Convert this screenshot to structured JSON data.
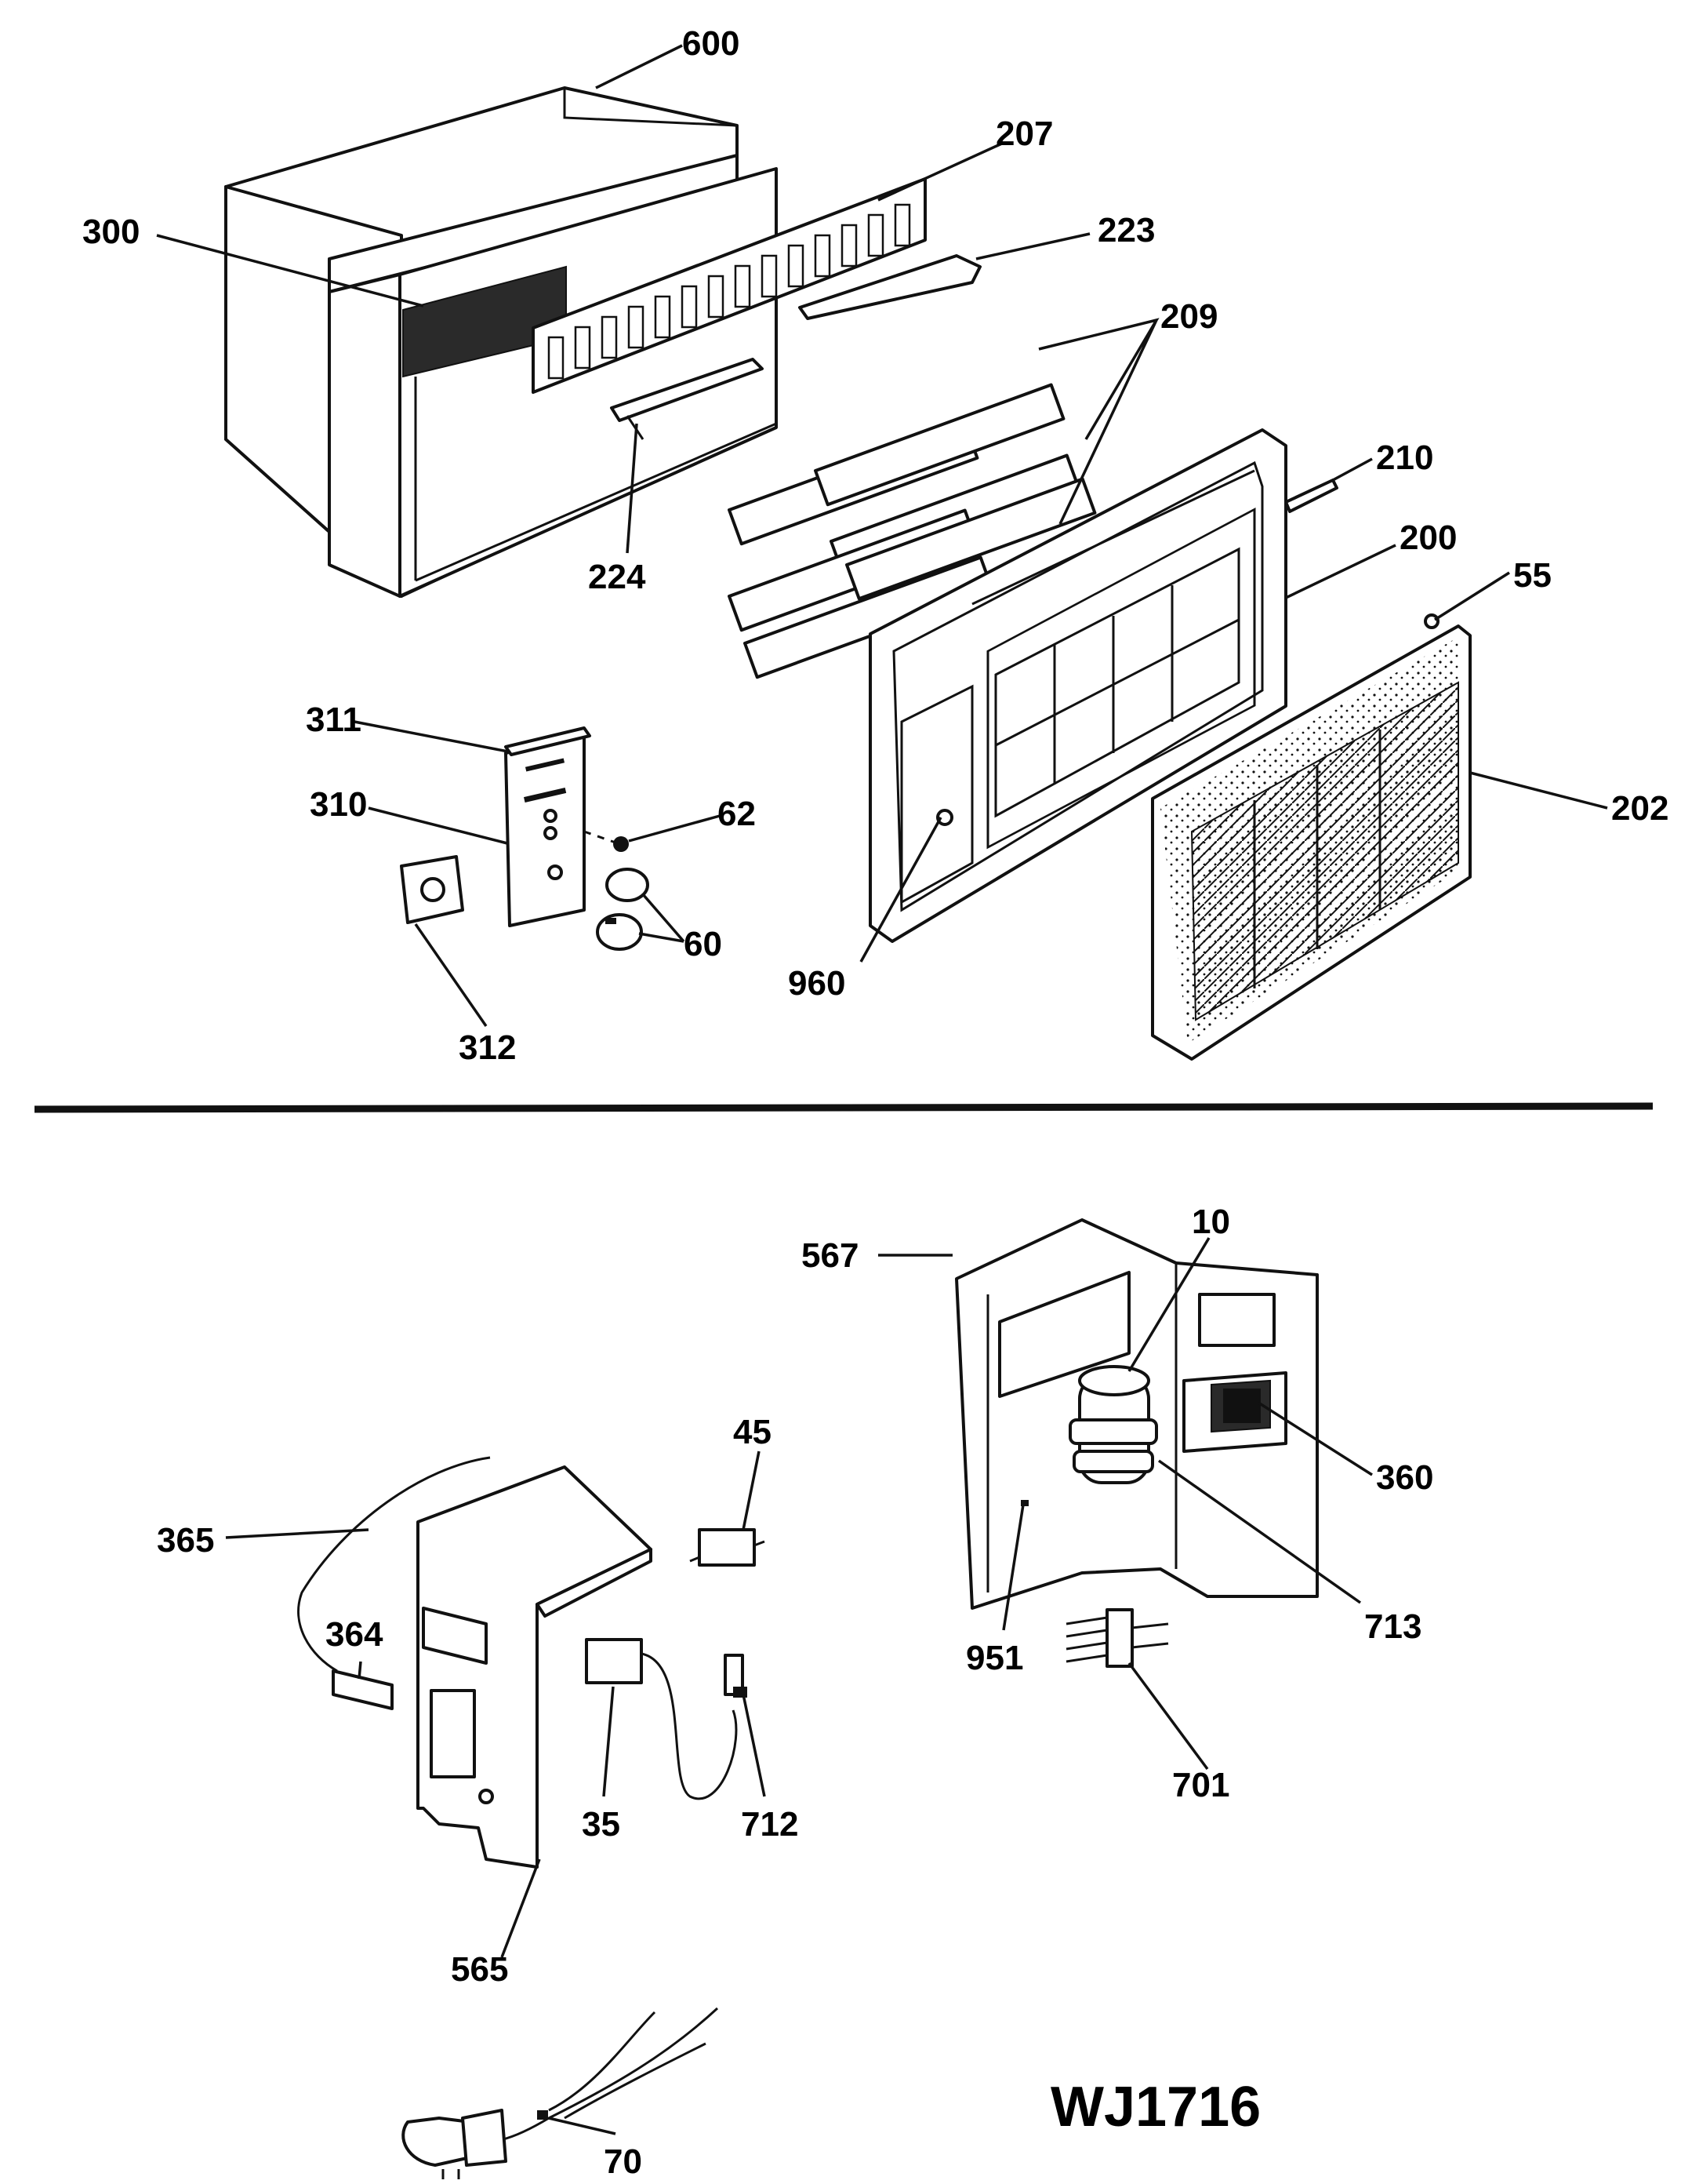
{
  "callouts": {
    "c600": "600",
    "c207": "207",
    "c300": "300",
    "c223": "223",
    "c209": "209",
    "c210": "210",
    "c224": "224",
    "c200": "200",
    "c55": "55",
    "c311": "311",
    "c310": "310",
    "c62": "62",
    "c202": "202",
    "c60": "60",
    "c960": "960",
    "c312": "312",
    "c10": "10",
    "c567": "567",
    "c45": "45",
    "c360": "360",
    "c365": "365",
    "c364": "364",
    "c713": "713",
    "c951": "951",
    "c35": "35",
    "c712": "712",
    "c701": "701",
    "c565": "565",
    "c70": "70"
  },
  "diagram_code": "WJ1716"
}
